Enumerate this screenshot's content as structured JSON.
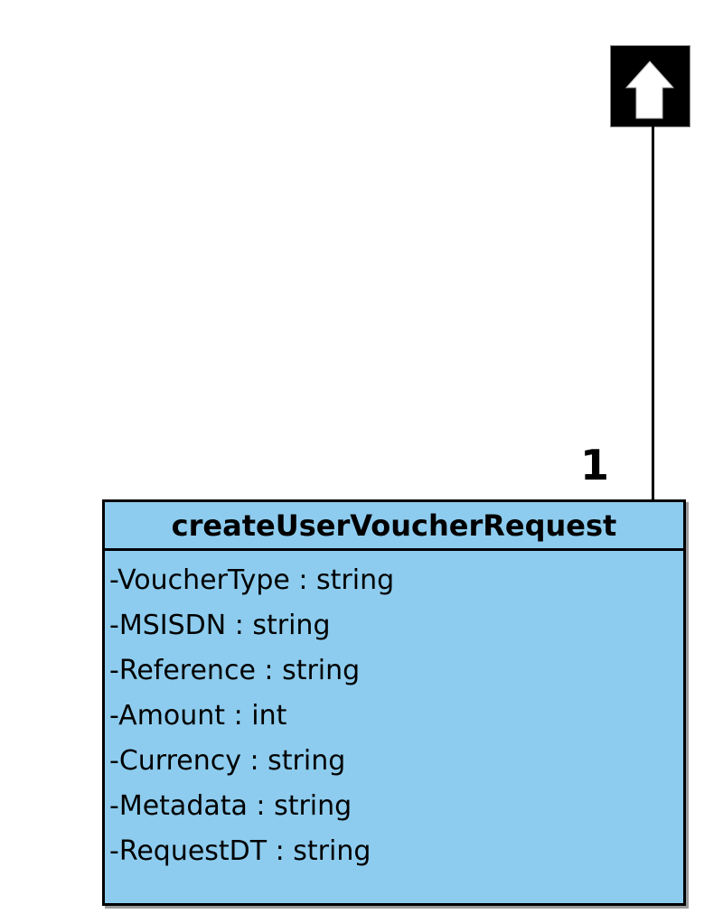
{
  "diagram_type": "uml-class-diagram",
  "colors": {
    "background": "#FFFFFF",
    "class_fill": "#8DCCEE",
    "border": "#000000",
    "shadow": "#9A9A9A",
    "icon_background": "#000000",
    "icon_arrow": "#FFFFFF"
  },
  "icon_node": {
    "icon": "up-arrow-icon"
  },
  "connector": {
    "multiplicity": "1"
  },
  "uml_class": {
    "name": "createUserVoucherRequest",
    "attributes": [
      "-VoucherType : string",
      "-MSISDN : string",
      "-Reference : string",
      "-Amount : int",
      "-Currency : string",
      "-Metadata : string",
      "-RequestDT : string"
    ]
  }
}
